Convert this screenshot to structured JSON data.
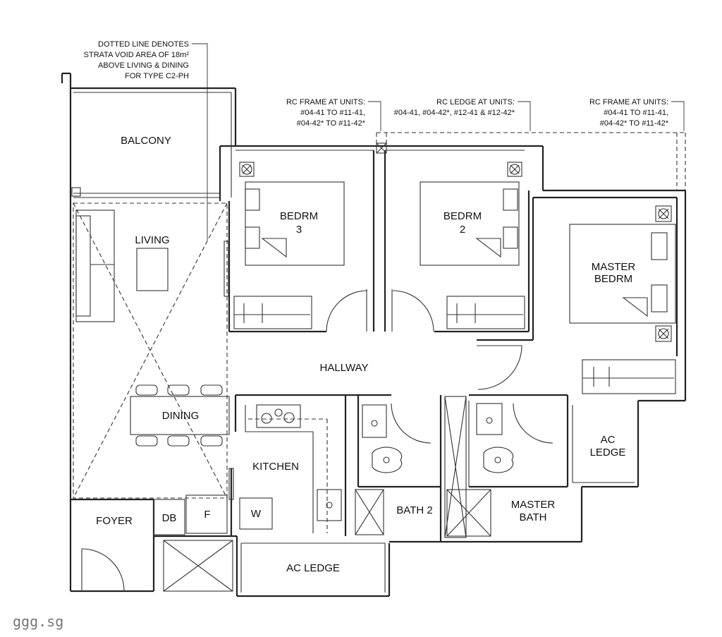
{
  "notes": {
    "strata_void": [
      "DOTTED LINE DENOTES",
      "STRATA VOID AREA OF 18m²",
      "ABOVE LIVING & DINING",
      "FOR TYPE C2-PH"
    ],
    "rc_frame_left": [
      "RC FRAME AT UNITS:",
      "#04-41 TO #11-41,",
      "#04-42* TO #11-42*"
    ],
    "rc_ledge": [
      "RC LEDGE AT UNITS:",
      "#04-41, #04-42*, #12-41 & #12-42*"
    ],
    "rc_frame_right": [
      "RC FRAME AT UNITS:",
      "#04-41 TO #11-41,",
      "#04-42* TO #11-42*"
    ]
  },
  "rooms": {
    "balcony": "BALCONY",
    "living": "LIVING",
    "dining": "DINING",
    "foyer": "FOYER",
    "db": "DB",
    "fridge": "F",
    "washer": "W",
    "kitchen": "KITCHEN",
    "hallway": "HALLWAY",
    "bedroom3": [
      "BEDRM",
      "3"
    ],
    "bedroom2": [
      "BEDRM",
      "2"
    ],
    "master_bedroom": [
      "MASTER",
      "BEDRM"
    ],
    "bath2": "BATH 2",
    "master_bath": [
      "MASTER",
      "BATH"
    ],
    "ac_ledge_right": [
      "AC",
      "LEDGE"
    ],
    "ac_ledge_bottom": "AC LEDGE"
  },
  "watermark": "ggg.sg"
}
